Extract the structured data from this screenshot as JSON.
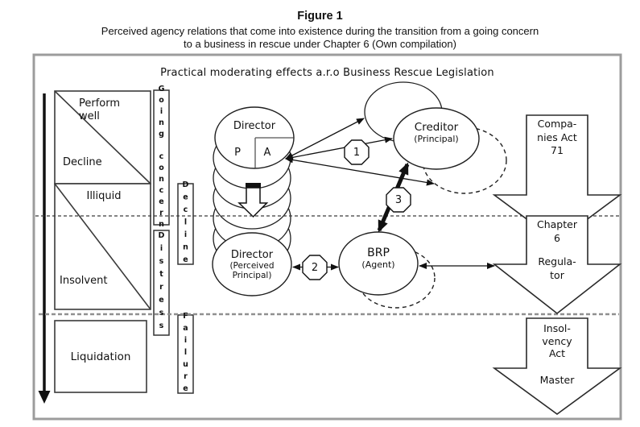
{
  "figure": {
    "title": "Figure 1",
    "caption_line1": "Perceived agency relations that come into existence during the transition from a going concern",
    "caption_line2": "to a business in rescue under Chapter 6 (Own compilation)"
  },
  "diagram": {
    "header": "Practical moderating effects a.r.o Business Rescue Legislation",
    "left_track": {
      "box_top": {
        "upper": "Perform well",
        "lower": "Decline"
      },
      "box_mid": {
        "upper": "Illiquid",
        "lower": "Insolvent"
      },
      "box_bottom": {
        "label": "Liquidation"
      }
    },
    "phase_labels": {
      "going_concern": "Going concern",
      "decline": "Decline",
      "distress": "Distress",
      "failure": "Failure"
    },
    "actors": {
      "director_top": {
        "name": "Director",
        "principal": "P",
        "agent": "A"
      },
      "director_bottom": {
        "name": "Director",
        "role_line1": "(Perceived",
        "role_line2": "Principal)"
      },
      "creditor": {
        "name": "Creditor",
        "role": "(Principal)"
      },
      "brp": {
        "name": "BRP",
        "role": "(Agent)"
      }
    },
    "relation_badges": {
      "one": "1",
      "two": "2",
      "three": "3"
    },
    "legislation_arrows": {
      "companies_act": {
        "line1": "Compa-",
        "line2": "nies Act",
        "line3": "71"
      },
      "chapter_6": {
        "line1": "Chapter",
        "line2": "6",
        "line3": "Regula-",
        "line4": "tor"
      },
      "insolvency_act": {
        "line1": "Insol-",
        "line2": "vency",
        "line3": "Act",
        "line4": "Master"
      }
    }
  },
  "colors": {
    "ink": "#1a1a1a",
    "frame": "#9c9c9c",
    "dash_minor": "#3a3a3a",
    "dash_major": "#909090"
  }
}
